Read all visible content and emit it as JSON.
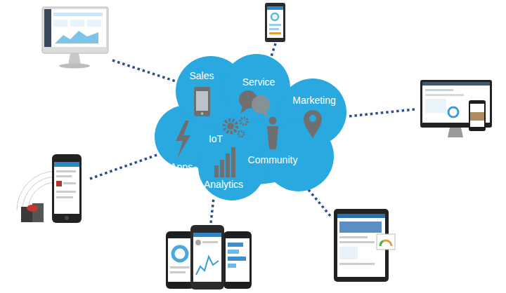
{
  "diagram": {
    "nodes": [
      {
        "text": [
          "Sales",
          "Service",
          "Marketing",
          "IoT",
          "Community",
          "Apps",
          "Analytics"
        ]
      }
    ]
  }
}
